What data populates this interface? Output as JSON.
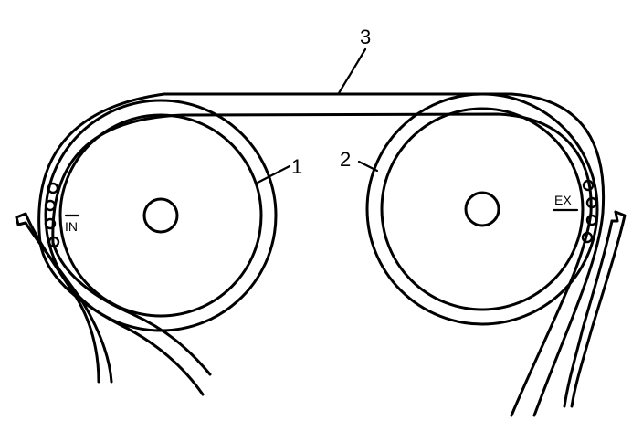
{
  "labels": {
    "intake_sprocket_number": "1",
    "exhaust_sprocket_number": "2",
    "timing_chain_number": "3",
    "intake_mark": "IN",
    "exhaust_mark": "EX"
  },
  "colors": {
    "line": "#000000",
    "background": "#ffffff"
  }
}
